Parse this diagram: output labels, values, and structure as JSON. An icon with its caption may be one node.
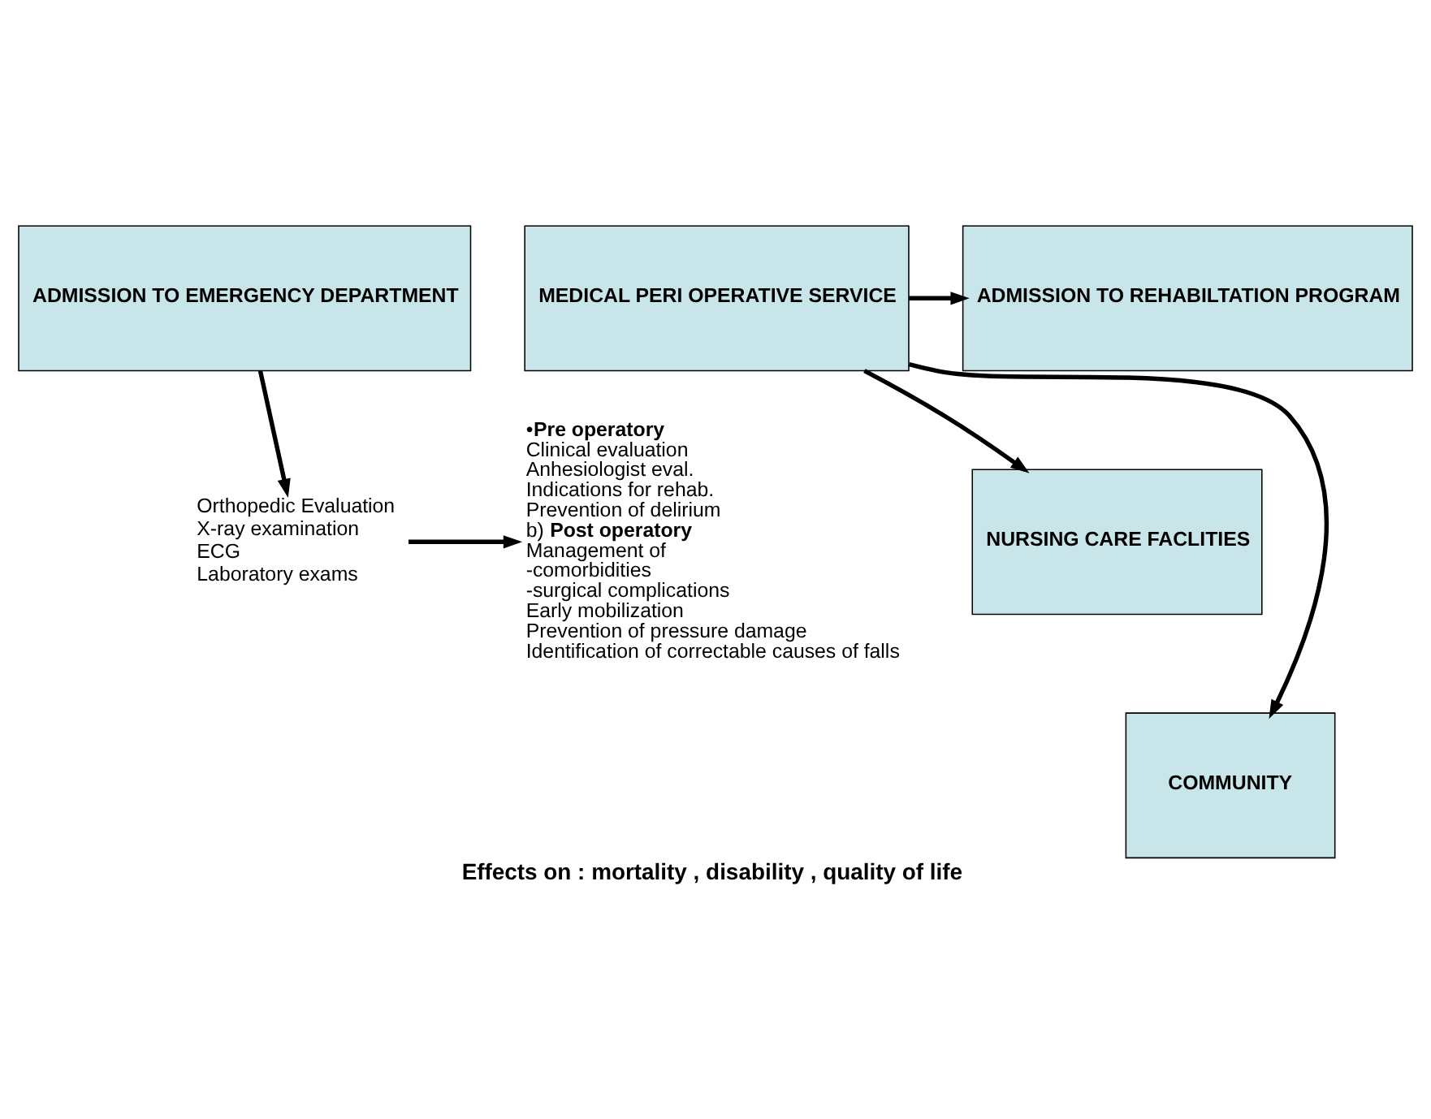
{
  "diagram": {
    "caption": "Effects on : mortality , disability , quality of life",
    "nodes": [
      {
        "text": [
          "ADMISSION TO EMERGENCY DEPARTMENT"
        ]
      },
      {
        "text": [
          "MEDICAL PERI OPERATIVE SERVICE"
        ]
      },
      {
        "text": [
          "ADMISSION TO REHABILTATION PROGRAM"
        ]
      },
      {
        "text": [
          "NURSING CARE FACLITIES"
        ]
      },
      {
        "text": [
          "COMMUNITY"
        ]
      },
      {
        "text": [
          "Orthopedic Evaluation",
          "X-ray examination",
          "ECG",
          "Laboratory exams"
        ]
      },
      {
        "text": [
          "•**Pre operatory**",
          "Clinical evaluation",
          "Anhesiologist eval.",
          "Indications for rehab.",
          "Prevention of delirium",
          "b) **Post operatory**",
          "Management of",
          "-comorbidities",
          "-surgical complications",
          "Early mobilization",
          "Prevention of pressure damage",
          "Identification of correctable causes of falls"
        ]
      }
    ],
    "edges": [
      {
        "from": 0,
        "to": 5,
        "arrow": "to"
      },
      {
        "from": 5,
        "to": 6,
        "arrow": "to"
      },
      {
        "from": 1,
        "to": 2,
        "arrow": "to"
      },
      {
        "from": 1,
        "to": 3,
        "arrow": "to"
      },
      {
        "from": 1,
        "to": 4,
        "arrow": "to"
      }
    ]
  }
}
